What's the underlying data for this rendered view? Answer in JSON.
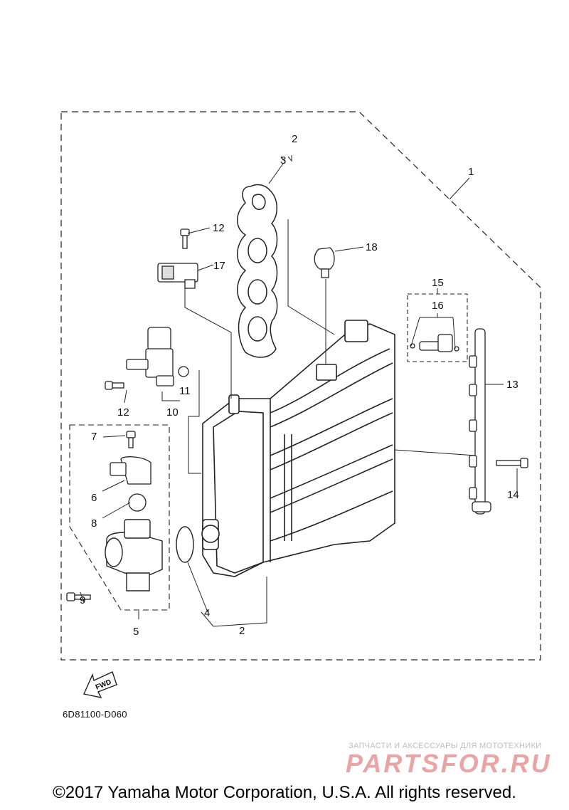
{
  "labels": {
    "l1": "1",
    "l2_top": "2",
    "l3": "3",
    "l12_top": "12",
    "l17": "17",
    "l18": "18",
    "l15": "15",
    "l16": "16",
    "l13": "13",
    "l11": "11",
    "l12_left": "12",
    "l10": "10",
    "l7": "7",
    "l6": "6",
    "l8": "8",
    "l14": "14",
    "l9": "9",
    "l4": "4",
    "l5": "5",
    "l2_bottom": "2"
  },
  "fwd_label": "FWD",
  "diagram_code": "6D81100-D060",
  "watermark": {
    "tagline": "ЗАПЧАСТИ И АКСЕССУАРЫ ДЛЯ МОТОТЕХНИКИ",
    "brand": "PARTSFOR.RU"
  },
  "copyright": "©2017 Yamaha Motor Corporation, U.S.A. All rights reserved."
}
